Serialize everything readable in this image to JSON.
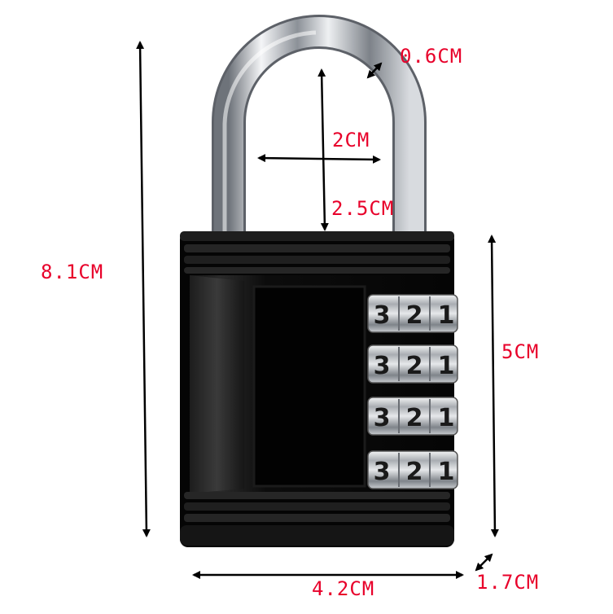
{
  "dimensions": {
    "overall_height": "8.1CM",
    "shackle_thickness": "0.6CM",
    "shackle_inner_width": "2CM",
    "shackle_inner_height": "2.5CM",
    "body_height": "5CM",
    "body_width": "4.2CM",
    "body_depth": "1.7CM"
  },
  "dials": [
    {
      "digits": [
        "3",
        "2",
        "1"
      ]
    },
    {
      "digits": [
        "3",
        "2",
        "1"
      ]
    },
    {
      "digits": [
        "3",
        "2",
        "1"
      ]
    },
    {
      "digits": [
        "3",
        "2",
        "1"
      ]
    }
  ],
  "colors": {
    "label": "#e8002a",
    "arrow": "#000000",
    "body": "#0b0b0b",
    "shackle": "#c9ccd1"
  },
  "icons": {
    "product": "combination-padlock-icon",
    "arrow": "double-headed-arrow-icon"
  }
}
